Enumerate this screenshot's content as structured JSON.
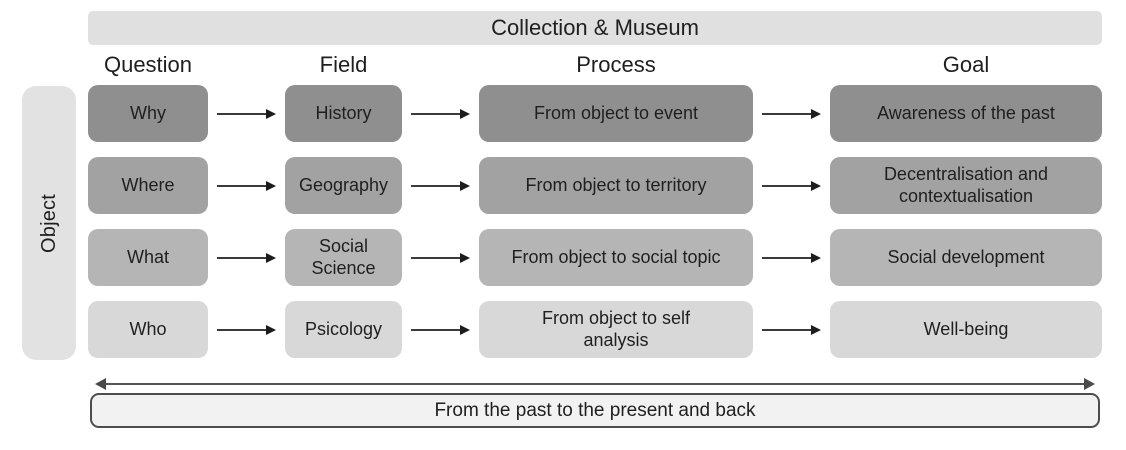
{
  "banner": {
    "label": "Collection & Museum"
  },
  "object_box": {
    "label": "Object"
  },
  "column_headers": {
    "question": "Question",
    "field": "Field",
    "process": "Process",
    "goal": "Goal"
  },
  "rows": [
    {
      "question": "Why",
      "field": "History",
      "process": "From object to event",
      "goal": "Awareness of the past",
      "color": "#8f8f8f"
    },
    {
      "question": "Where",
      "field": "Geography",
      "process": "From object to territory",
      "goal": "Decentralisation and contextualisation",
      "color": "#a2a2a2"
    },
    {
      "question": "What",
      "field": "Social Science",
      "process": "From object to social topic",
      "goal": "Social development",
      "color": "#b5b5b5"
    },
    {
      "question": "Who",
      "field": "Psicology",
      "process": "From object to self analysis",
      "goal": "Well-being",
      "color": "#d8d8d8"
    }
  ],
  "bottom_bar": {
    "label": "From the past to the present and back"
  },
  "colors": {
    "banner_bg": "#e0e0e0",
    "object_bg": "#e2e2e2",
    "bottom_bar_bg": "#f2f2f2",
    "bottom_bar_border": "#4d4d4d",
    "arrow": "#3a3a3a",
    "text": "#1f1f1f"
  }
}
